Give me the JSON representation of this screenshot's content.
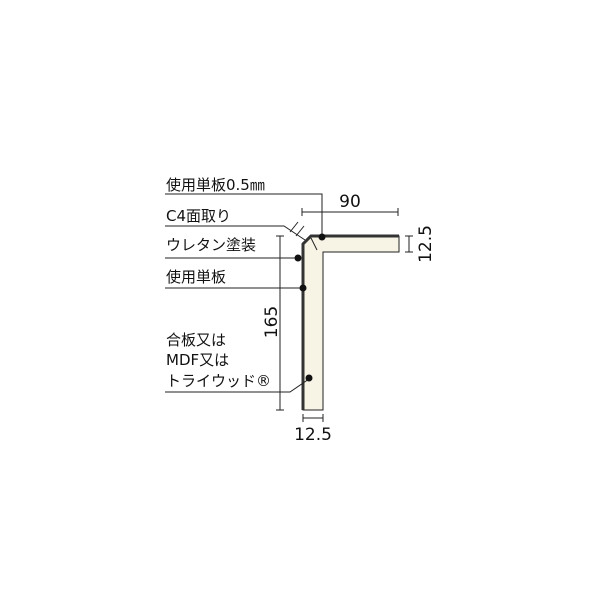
{
  "labels": {
    "veneer_thickness": "使用単板0.5㎜",
    "chamfer": "C4面取り",
    "urethane": "ウレタン塗装",
    "veneer": "使用単板",
    "core_line1": "合板又は",
    "core_line2": "MDF又は",
    "core_line3": "トライウッド®"
  },
  "dimensions": {
    "top_width": "90",
    "top_thickness": "12.5",
    "height": "165",
    "leg_thickness": "12.5"
  },
  "colors": {
    "board": "#f7f4e6",
    "line": "#222222"
  }
}
